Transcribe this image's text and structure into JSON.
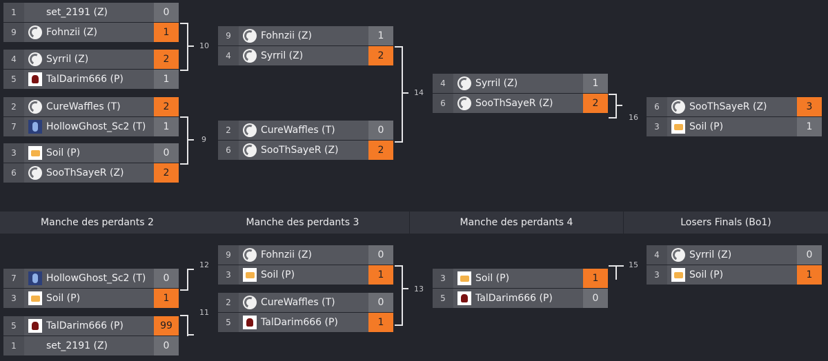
{
  "rounds_losers": [
    "Manche des perdants 2",
    "Manche des perdants 3",
    "Manche des perdants 4",
    "Losers Finals (Bo1)"
  ],
  "matches": {
    "w_r1_a": {
      "num": "",
      "p1": {
        "seed": "1",
        "name": "set_2191 (Z)",
        "score": "0"
      },
      "p2": {
        "seed": "9",
        "name": "Fohnzii (Z)",
        "score": "1"
      }
    },
    "w_r1_b": {
      "num": "",
      "p1": {
        "seed": "4",
        "name": "Syrril (Z)",
        "score": "2"
      },
      "p2": {
        "seed": "5",
        "name": "TalDarim666 (P)",
        "score": "1"
      }
    },
    "w_r1_c": {
      "num": "",
      "p1": {
        "seed": "2",
        "name": "CureWaffles (T)",
        "score": "2"
      },
      "p2": {
        "seed": "7",
        "name": "HollowGhost_Sc2 (T)",
        "score": "1"
      }
    },
    "w_r1_d": {
      "num": "",
      "p1": {
        "seed": "3",
        "name": "Soil (P)",
        "score": "0"
      },
      "p2": {
        "seed": "6",
        "name": "SooThSayeR (Z)",
        "score": "2"
      }
    },
    "w_10": {
      "num": "10",
      "p1": {
        "seed": "9",
        "name": "Fohnzii (Z)",
        "score": "1"
      },
      "p2": {
        "seed": "4",
        "name": "Syrril (Z)",
        "score": "2"
      }
    },
    "w_9": {
      "num": "9",
      "p1": {
        "seed": "2",
        "name": "CureWaffles (T)",
        "score": "0"
      },
      "p2": {
        "seed": "6",
        "name": "SooThSayeR (Z)",
        "score": "2"
      }
    },
    "w_14": {
      "num": "14",
      "p1": {
        "seed": "4",
        "name": "Syrril (Z)",
        "score": "1"
      },
      "p2": {
        "seed": "6",
        "name": "SooThSayeR (Z)",
        "score": "2"
      }
    },
    "w_16": {
      "num": "16",
      "p1": {
        "seed": "6",
        "name": "SooThSayeR (Z)",
        "score": "3"
      },
      "p2": {
        "seed": "3",
        "name": "Soil (P)",
        "score": "1"
      }
    },
    "l_a": {
      "num": "",
      "p1": {
        "seed": "7",
        "name": "HollowGhost_Sc2 (T)",
        "score": "0"
      },
      "p2": {
        "seed": "3",
        "name": "Soil (P)",
        "score": "1"
      }
    },
    "l_b": {
      "num": "",
      "p1": {
        "seed": "5",
        "name": "TalDarim666 (P)",
        "score": "99"
      },
      "p2": {
        "seed": "1",
        "name": "set_2191 (Z)",
        "score": "0"
      }
    },
    "l_12": {
      "num": "12",
      "p1": {
        "seed": "9",
        "name": "Fohnzii (Z)",
        "score": "0"
      },
      "p2": {
        "seed": "3",
        "name": "Soil (P)",
        "score": "1"
      }
    },
    "l_11": {
      "num": "11",
      "p1": {
        "seed": "2",
        "name": "CureWaffles (T)",
        "score": "0"
      },
      "p2": {
        "seed": "5",
        "name": "TalDarim666 (P)",
        "score": "1"
      }
    },
    "l_13": {
      "num": "13",
      "p1": {
        "seed": "3",
        "name": "Soil (P)",
        "score": "1"
      },
      "p2": {
        "seed": "5",
        "name": "TalDarim666 (P)",
        "score": "0"
      }
    },
    "l_15": {
      "num": "15",
      "p1": {
        "seed": "4",
        "name": "Syrril (Z)",
        "score": "0"
      },
      "p2": {
        "seed": "3",
        "name": "Soil (P)",
        "score": "1"
      }
    }
  },
  "colors": {
    "win": "#f47a26",
    "background": "#23252c",
    "row": "#55575e"
  }
}
